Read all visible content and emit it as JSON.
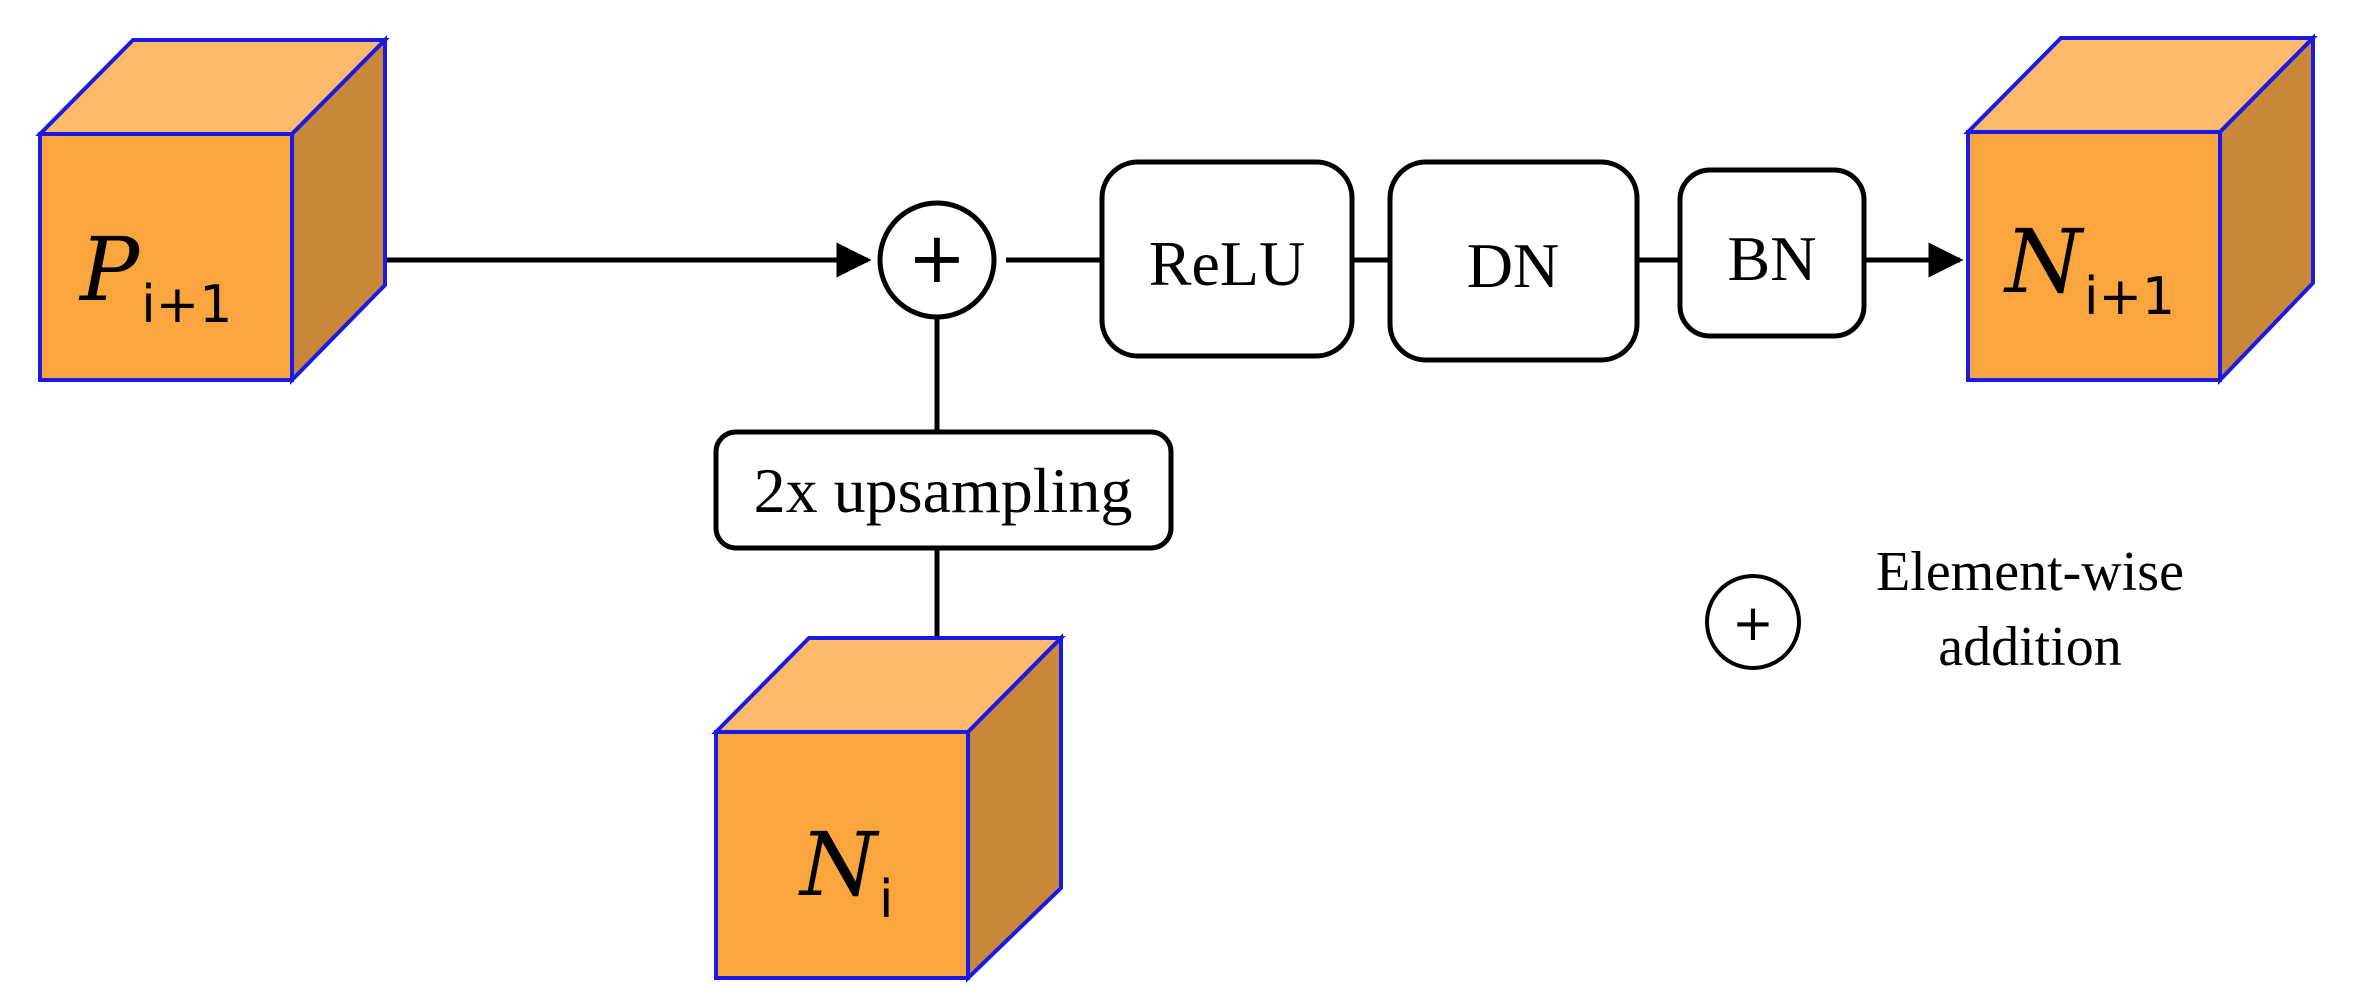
{
  "colors": {
    "cube_front": "#fba53f",
    "cube_top": "#fdba6a",
    "cube_side": "#c9873a",
    "cube_edge": "#1a1ae6",
    "line": "#000000"
  },
  "inputs": {
    "p_base": "P",
    "p_sub": "i+1",
    "n_base": "N",
    "n_sub": "i"
  },
  "output": {
    "base": "N",
    "sub": "i+1"
  },
  "blocks": {
    "relu": "ReLU",
    "dn": "DN",
    "bn": "BN",
    "upsampling": "2x upsampling"
  },
  "legend": {
    "symbol": "+",
    "line1": "Element-wise",
    "line2": "addition"
  },
  "sum_symbol": "+"
}
